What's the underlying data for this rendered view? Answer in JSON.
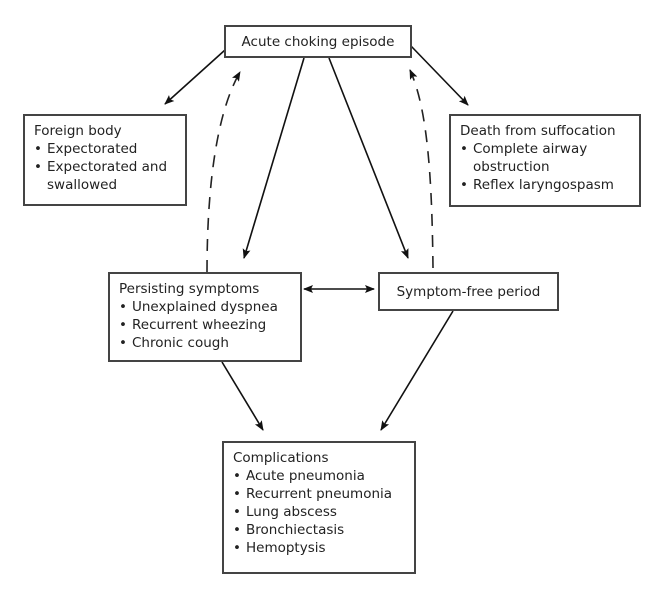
{
  "diagram": {
    "type": "flowchart",
    "nodes": {
      "acute": {
        "title": "Acute choking episode"
      },
      "foreign": {
        "title": "Foreign body",
        "items": [
          "Expectorated",
          "Expectorated and swallowed"
        ]
      },
      "death": {
        "title": "Death from suffocation",
        "items": [
          "Complete airway obstruction",
          "Reflex laryngospasm"
        ]
      },
      "persisting": {
        "title": "Persisting symptoms",
        "items": [
          "Unexplained dyspnea",
          "Recurrent wheezing",
          "Chronic cough"
        ]
      },
      "symptomfree": {
        "title": "Symptom-free period"
      },
      "complications": {
        "title": "Complications",
        "items": [
          "Acute pneumonia",
          "Recurrent pneumonia",
          "Lung abscess",
          "Bronchiectasis",
          "Hemoptysis"
        ]
      }
    },
    "edges": [
      {
        "from": "acute",
        "to": "foreign",
        "style": "solid"
      },
      {
        "from": "acute",
        "to": "death",
        "style": "solid"
      },
      {
        "from": "acute",
        "to": "persisting",
        "style": "solid"
      },
      {
        "from": "acute",
        "to": "symptomfree",
        "style": "solid"
      },
      {
        "from": "persisting",
        "to": "acute",
        "style": "dashed"
      },
      {
        "from": "symptomfree",
        "to": "acute",
        "style": "dashed"
      },
      {
        "from": "persisting",
        "to": "symptomfree",
        "style": "solid",
        "bidirectional": true
      },
      {
        "from": "persisting",
        "to": "complications",
        "style": "solid"
      },
      {
        "from": "symptomfree",
        "to": "complications",
        "style": "solid"
      }
    ]
  }
}
